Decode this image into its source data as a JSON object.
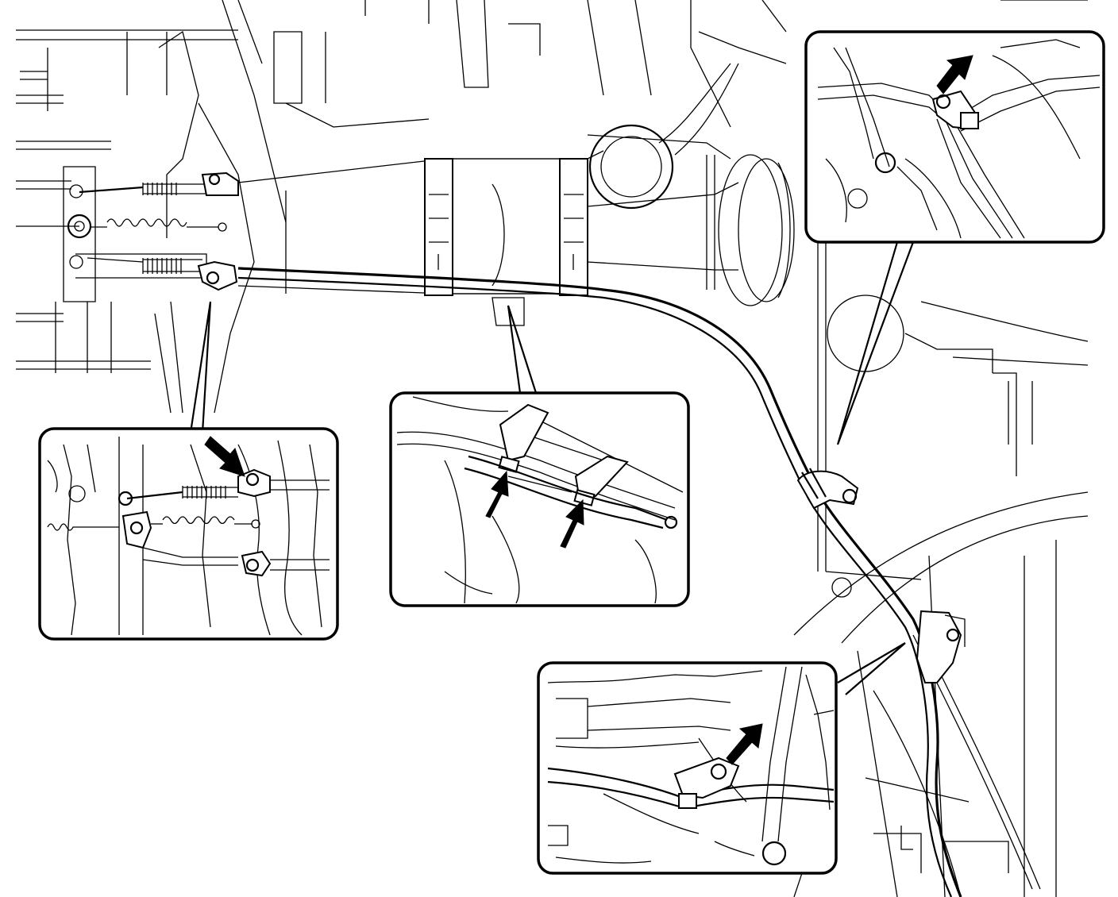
{
  "diagram": {
    "type": "parking-brake-cable-routing",
    "callouts": [
      {
        "id": "rear-right-bracket",
        "arrow_count": 1,
        "arrow_icon": "pointer-arrow-icon"
      },
      {
        "id": "center-clamps",
        "arrow_count": 2,
        "arrow_icon": "pointer-arrow-icon"
      },
      {
        "id": "equalizer-bracket",
        "arrow_count": 1,
        "arrow_icon": "pointer-arrow-icon"
      },
      {
        "id": "rear-lower-bracket",
        "arrow_count": 1,
        "arrow_icon": "pointer-arrow-icon"
      }
    ],
    "colors": {
      "line": "#000000",
      "background": "#ffffff"
    }
  }
}
